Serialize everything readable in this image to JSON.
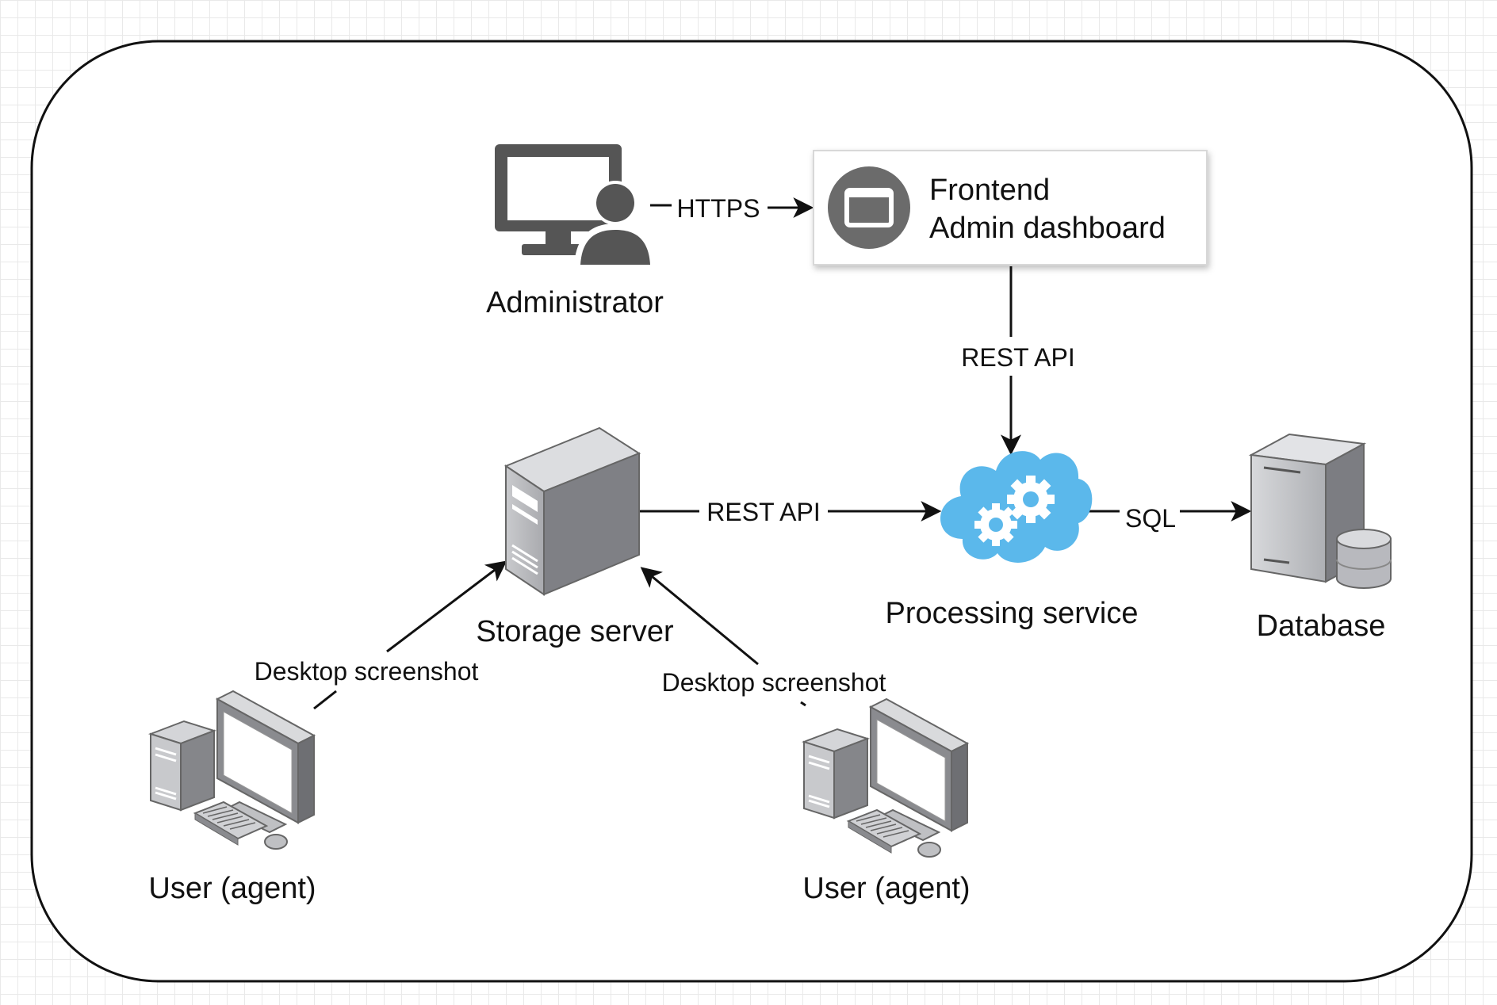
{
  "nodes": {
    "administrator": {
      "label": "Administrator"
    },
    "frontend": {
      "line1": "Frontend",
      "line2": "Admin dashboard"
    },
    "storage_server": {
      "label": "Storage server"
    },
    "processing_service": {
      "label": "Processing service"
    },
    "database": {
      "label": "Database"
    },
    "user_left": {
      "label": "User (agent)"
    },
    "user_right": {
      "label": "User (agent)"
    }
  },
  "edges": {
    "admin_to_frontend": {
      "label": "HTTPS"
    },
    "frontend_to_processing": {
      "label": "REST API"
    },
    "storage_to_processing": {
      "label": "REST API"
    },
    "processing_to_database": {
      "label": "SQL"
    },
    "user_left_to_storage": {
      "label": "Desktop screenshot"
    },
    "user_right_to_storage": {
      "label": "Desktop screenshot"
    }
  },
  "colors": {
    "cloud": "#5bb8eb",
    "icon_dark": "#555555",
    "server_gray": "#9a9ba0",
    "border": "#111111"
  }
}
